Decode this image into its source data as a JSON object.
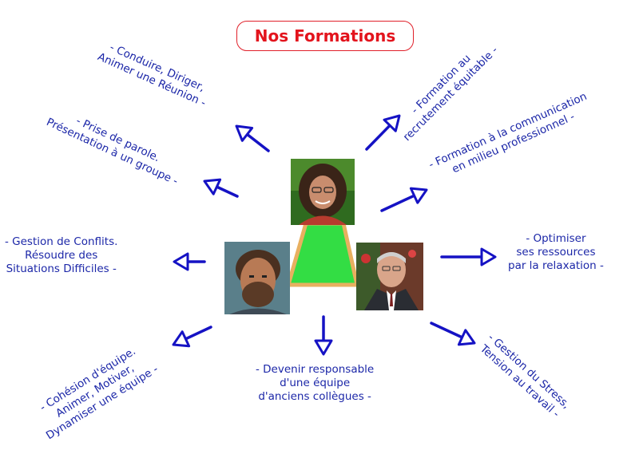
{
  "title": "Nos Formations",
  "colors": {
    "text": "#1c27a8",
    "title": "#e3141d",
    "arrow": "#1512c4",
    "center_shape": "#33dd44",
    "center_outline": "#e8b060"
  },
  "topics": {
    "conduire": [
      "- Conduire, Diriger,",
      "Animer une Réunion -"
    ],
    "prise_parole": [
      "- Prise de parole.",
      "Présentation à un groupe -"
    ],
    "conflits": [
      "- Gestion de Conflits.",
      "Résoudre des",
      "Situations Difficiles -"
    ],
    "cohesion": [
      "- Cohésion d'équipe.",
      "Animer, Motiver,",
      "Dynamiser une équipe -"
    ],
    "responsable": [
      "- Devenir responsable",
      "d'une équipe",
      "d'anciens collègues -"
    ],
    "stress": [
      "- Gestion du Stress,",
      "Tension au travail -"
    ],
    "optimiser": [
      "- Optimiser",
      "ses ressources",
      "par la relaxation -"
    ],
    "communication": [
      "- Formation à la communication",
      "en milieu professionnel -"
    ],
    "recrutement": [
      "- Formation au",
      "recrutement équitable -"
    ]
  },
  "photos": {
    "top": "woman-portrait",
    "left": "bearded-man-portrait",
    "right": "man-in-suit-portrait"
  }
}
